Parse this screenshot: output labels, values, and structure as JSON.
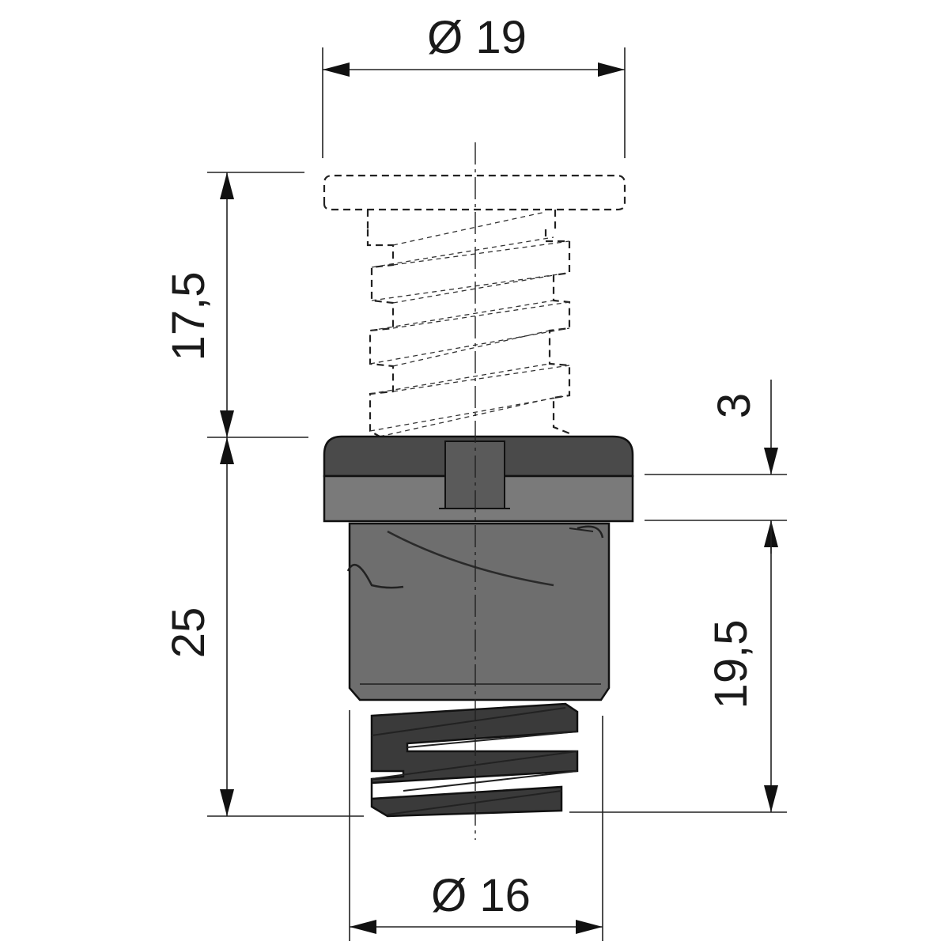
{
  "dimensions": {
    "top_diameter": "Ø 19",
    "bottom_diameter": "Ø 16",
    "upper_height": "17,5",
    "total_height": "25",
    "flange_thickness": "3",
    "body_height": "19,5"
  },
  "colors": {
    "line": "#111111",
    "flange_top": "#4a4a4a",
    "flange_band": "#7a7a7a",
    "body": "#6e6e6e",
    "thread": "#3a3a3a",
    "background": "#ffffff"
  }
}
